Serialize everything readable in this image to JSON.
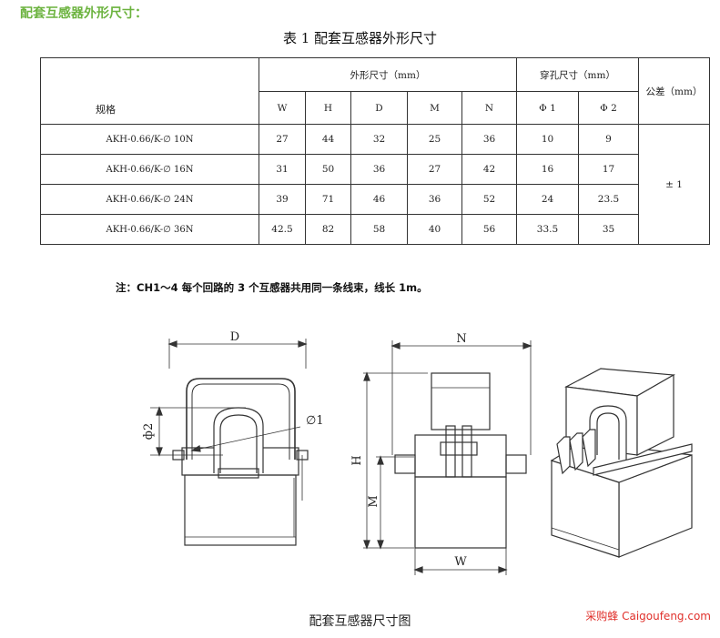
{
  "heading": "配套互感器外形尺寸：",
  "table": {
    "caption": "表 1 配套互感器外形尺寸",
    "spec_label": "规格",
    "outer_dims_label": "外形尺寸（mm）",
    "hole_dims_label": "穿孔尺寸（mm）",
    "tolerance_label": "公差（mm）",
    "columns": [
      "W",
      "H",
      "D",
      "M",
      "N",
      "Φ 1",
      "Φ 2"
    ],
    "tolerance_value": "± 1",
    "rows": [
      {
        "model": "AKH-0.66/K-∅ 10N",
        "values": [
          "27",
          "44",
          "32",
          "25",
          "36",
          "10",
          "9"
        ]
      },
      {
        "model": "AKH-0.66/K-∅ 16N",
        "values": [
          "31",
          "50",
          "36",
          "27",
          "42",
          "16",
          "17"
        ]
      },
      {
        "model": "AKH-0.66/K-∅ 24N",
        "values": [
          "39",
          "71",
          "46",
          "36",
          "52",
          "24",
          "23.5"
        ]
      },
      {
        "model": "AKH-0.66/K-∅ 36N",
        "values": [
          "42.5",
          "82",
          "58",
          "40",
          "56",
          "33.5",
          "35"
        ]
      }
    ]
  },
  "note": "注：CH1～4 每个回路的 3 个互感器共用同一条线束，线长 1m。",
  "drawing": {
    "caption": "配套互感器尺寸图",
    "labels": {
      "D": "D",
      "N": "N",
      "phi1": "∅1",
      "phi2": "ф2",
      "H": "H",
      "M": "M",
      "W": "W"
    }
  },
  "watermark": "采购蜂 Caigoufeng.com"
}
